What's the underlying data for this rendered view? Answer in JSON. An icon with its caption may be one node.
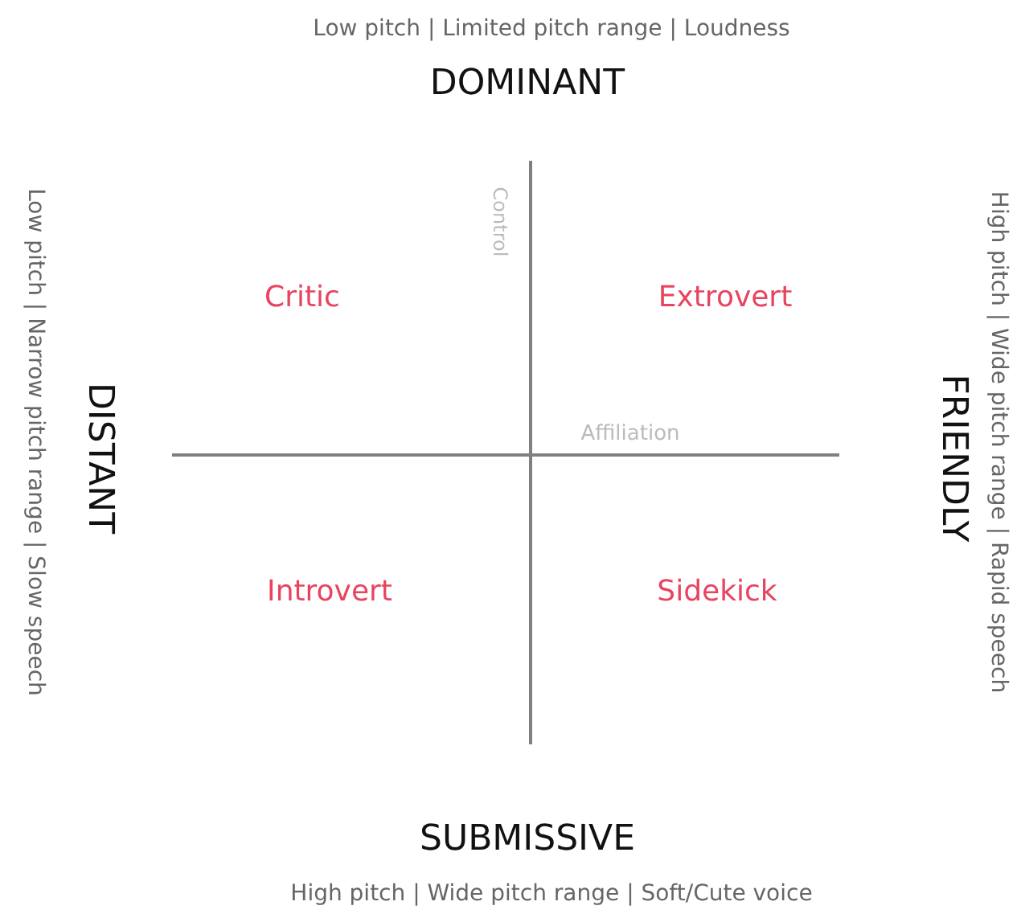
{
  "diagram": {
    "labels": [
      "Low pitch | Limited pitch range | Loudness",
      "DOMINANT",
      "Control",
      "Critic",
      "Extrovert",
      "Low pitch | Narrow pitch range | Slow speech",
      "DISTANT",
      "Affiliation",
      "FRIENDLY",
      "High pitch | Wide pitch range | Rapid speech",
      "Introvert",
      "Sidekick",
      "SUBMISSIVE",
      "High pitch | Wide pitch range | Soft/Cute voice"
    ]
  }
}
